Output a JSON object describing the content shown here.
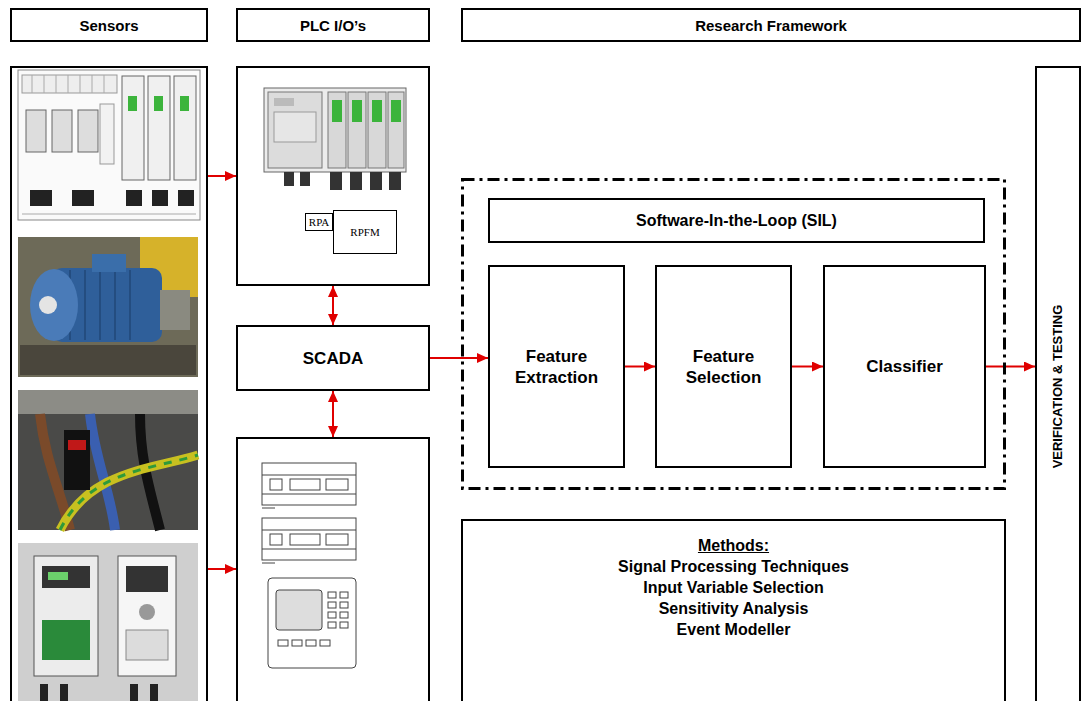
{
  "diagram": {
    "nodes": [
      {
        "text": [
          "Sensors"
        ]
      },
      {
        "text": [
          "PLC I/O’s"
        ]
      },
      {
        "text": [
          "Research Framework"
        ]
      },
      {
        "text": []
      },
      {
        "text": []
      },
      {
        "text": [
          "RPA"
        ],
        "in": 4
      },
      {
        "text": [
          "RPFM"
        ],
        "in": 4
      },
      {
        "text": [
          "SCADA"
        ]
      },
      {
        "text": []
      },
      {
        "text": []
      },
      {
        "text": [
          "Software-In-the-Loop (SIL)"
        ],
        "in": 9
      },
      {
        "text": [
          "Feature Extraction"
        ],
        "in": 9
      },
      {
        "text": [
          "Feature Selection"
        ],
        "in": 9
      },
      {
        "text": [
          "Classifier"
        ],
        "in": 9
      },
      {
        "text": [
          "Methods:",
          "Signal Processing Techniques",
          "Input Variable Selection",
          "Sensitivity Analysis",
          "Event Modeller"
        ]
      },
      {
        "text": [
          "VERIFICATION & TESTING"
        ]
      }
    ],
    "edges": [
      {
        "from": 3,
        "to": 4,
        "arrow": "to"
      },
      {
        "from": 3,
        "to": 8,
        "arrow": "to"
      },
      {
        "from": 4,
        "to": 7,
        "arrow": "both"
      },
      {
        "from": 7,
        "to": 8,
        "arrow": "both"
      },
      {
        "from": 7,
        "to": 11,
        "arrow": "to"
      },
      {
        "from": 11,
        "to": 12,
        "arrow": "to"
      },
      {
        "from": 12,
        "to": 13,
        "arrow": "to"
      },
      {
        "from": 13,
        "to": 15,
        "arrow": "to"
      }
    ]
  }
}
